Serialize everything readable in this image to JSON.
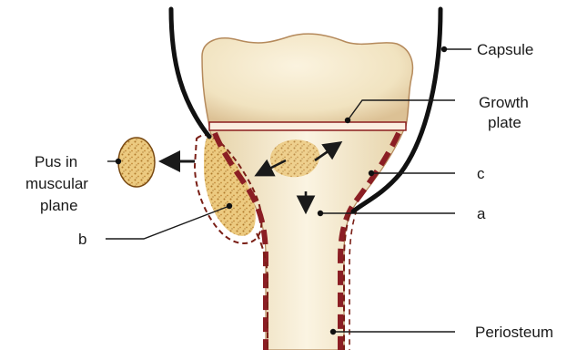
{
  "labels": {
    "capsule": "Capsule",
    "growth_plate_line1": "Growth",
    "growth_plate_line2": "plate",
    "c": "c",
    "a": "a",
    "periosteum": "Periosteum",
    "pus_line1": "Pus in",
    "pus_line2": "muscular",
    "pus_line3": "plane",
    "b": "b"
  },
  "colors": {
    "bone_fill": "#f1e4c2",
    "bone_edge": "#b58a5c",
    "growth_plate": "#8b1e1e",
    "cortex_red": "#8b1e24",
    "capsule": "#111111",
    "pus_fill": "#e9c77e",
    "pus_dots": "#a8772e",
    "arrow": "#1a1a1a"
  }
}
